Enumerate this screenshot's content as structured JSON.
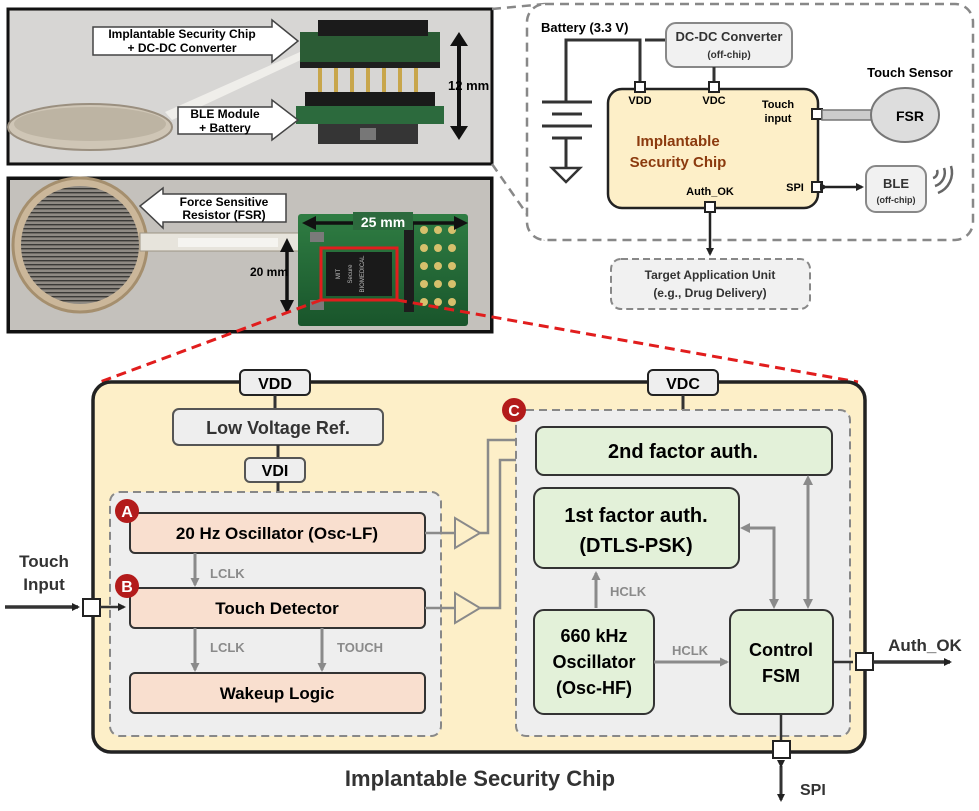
{
  "photo_top": {
    "chip_callout": [
      "Implantable Security Chip",
      "+ DC-DC Converter"
    ],
    "ble_callout": [
      "BLE Module",
      "+ Battery"
    ],
    "height_dim": "12 mm"
  },
  "photo_bottom": {
    "fsr_callout": [
      "Force Sensitive",
      "Resistor (FSR)"
    ],
    "width_dim": "25 mm",
    "height_dim": "20 mm",
    "chip_marking": [
      "MIT",
      "Secure",
      "BIOMEDICAL"
    ]
  },
  "system": {
    "battery": "Battery (3.3 V)",
    "dcdc": "DC-DC Converter",
    "dcdc_note": "(off-chip)",
    "touch_sensor": "Touch Sensor",
    "fsr": "FSR",
    "ble": "BLE",
    "ble_note": "(off-chip)",
    "chip_name": [
      "Implantable",
      "Security Chip"
    ],
    "pins": {
      "vdd": "VDD",
      "vdc": "VDC",
      "touch": [
        "Touch",
        "input"
      ],
      "spi": "SPI",
      "auth": "Auth_OK"
    },
    "target": [
      "Target Application Unit",
      "(e.g., Drug Delivery)"
    ]
  },
  "chip": {
    "title": "Implantable Security Chip",
    "vdd": "VDD",
    "vdc": "VDC",
    "vdi": "VDI",
    "low_vref": "Low Voltage Ref.",
    "osc_lf": "20 Hz Oscillator (Osc-LF)",
    "touch_detector": "Touch Detector",
    "wakeup": "Wakeup Logic",
    "lclk": "LCLK",
    "touch_sig": "TOUCH",
    "second_auth": "2nd factor auth.",
    "first_auth": [
      "1st factor auth.",
      "(DTLS-PSK)"
    ],
    "osc_hf": [
      "660 kHz",
      "Oscillator",
      "(Osc-HF)"
    ],
    "hclk": "HCLK",
    "fsm": [
      "Control",
      "FSM"
    ],
    "touch_input": [
      "Touch",
      "Input"
    ],
    "auth_ok": "Auth_OK",
    "spi": "SPI",
    "markers": [
      "A",
      "B",
      "C"
    ]
  },
  "colors": {
    "chip_fill": "#fdefc8",
    "analog_fill": "#f9dfcf",
    "digital_fill": "#e3f1d9",
    "grey_box": "#eeeeee",
    "marker_red": "#b31b1b",
    "zoom_red": "#e11d1d",
    "text_brown": "#8b3a0e"
  }
}
